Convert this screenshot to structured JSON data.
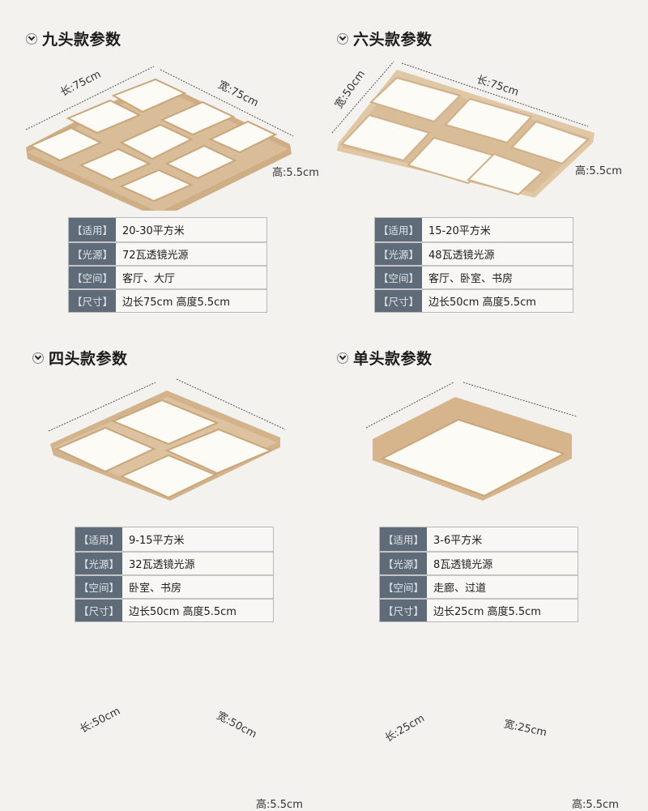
{
  "panels": [
    {
      "title": "九头款参数",
      "dims": {
        "a": "长:75cm",
        "b": "宽:75cm",
        "height": "高:5.5cm"
      },
      "specs": [
        {
          "label": "【适用】",
          "value": "20-30平方米"
        },
        {
          "label": "【光源】",
          "value": "72瓦透镜光源"
        },
        {
          "label": "【空间】",
          "value": "客厅、大厅"
        },
        {
          "label": "【尺寸】",
          "value": "边长75cm  高度5.5cm"
        }
      ]
    },
    {
      "title": "六头款参数",
      "dims": {
        "a": "宽:50cm",
        "b": "长:75cm",
        "height": "高:5.5cm"
      },
      "specs": [
        {
          "label": "【适用】",
          "value": "15-20平方米"
        },
        {
          "label": "【光源】",
          "value": "48瓦透镜光源"
        },
        {
          "label": "【空间】",
          "value": "客厅、卧室、书房"
        },
        {
          "label": "【尺寸】",
          "value": "边长50cm  高度5.5cm"
        }
      ]
    },
    {
      "title": "四头款参数",
      "dims": {
        "a": "长:50cm",
        "b": "宽:50cm",
        "height": "高:5.5cm"
      },
      "specs": [
        {
          "label": "【适用】",
          "value": "9-15平方米"
        },
        {
          "label": "【光源】",
          "value": "32瓦透镜光源"
        },
        {
          "label": "【空间】",
          "value": "卧室、书房"
        },
        {
          "label": "【尺寸】",
          "value": "边长50cm  高度5.5cm"
        }
      ]
    },
    {
      "title": "单头款参数",
      "dims": {
        "a": "长:25cm",
        "b": "宽:25cm",
        "height": "高:5.5cm"
      },
      "specs": [
        {
          "label": "【适用】",
          "value": "3-6平方米"
        },
        {
          "label": "【光源】",
          "value": "8瓦透镜光源"
        },
        {
          "label": "【空间】",
          "value": "走廊、过道"
        },
        {
          "label": "【尺寸】",
          "value": "边长25cm  高度5.5cm"
        }
      ]
    }
  ],
  "colors": {
    "background": "#f3f2ee",
    "wood": "#d9b892",
    "label_bg": "#5f6b78",
    "panel_light": "#fdfbf6"
  }
}
